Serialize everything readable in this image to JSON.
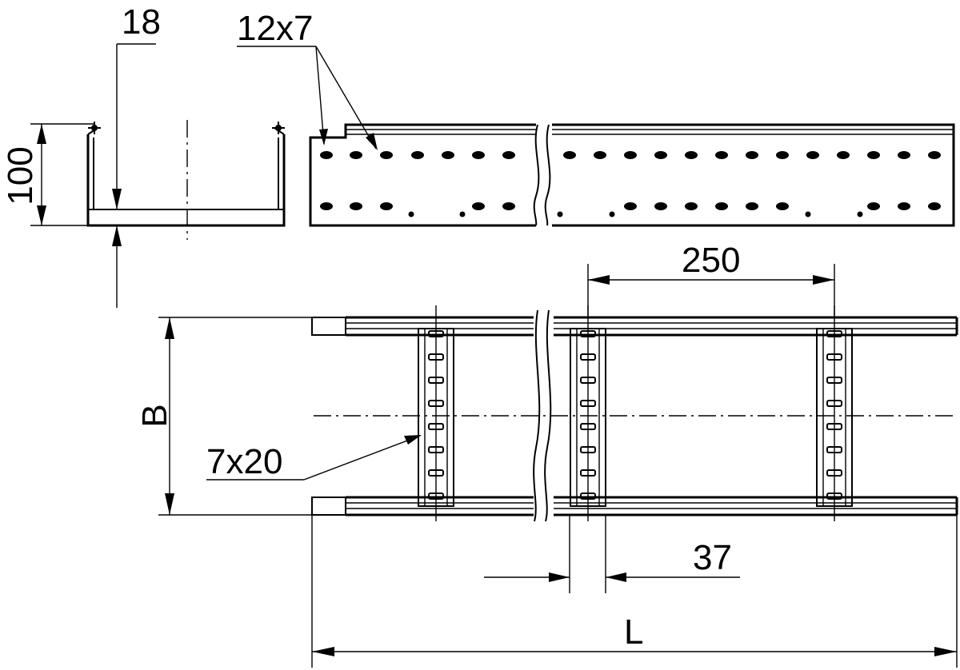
{
  "dimensions": {
    "flange": "18",
    "height": "100",
    "hole": "12x7",
    "rung_pitch": "250",
    "width": "B",
    "slot": "7x20",
    "rung_width": "37",
    "length": "L"
  }
}
